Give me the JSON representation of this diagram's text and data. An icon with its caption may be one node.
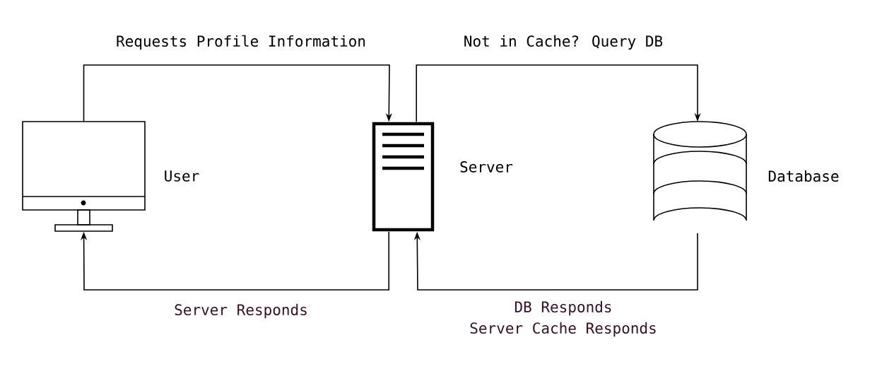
{
  "diagram": {
    "nodes": [
      {
        "text": [],
        "shape": "computer",
        "beside": [
          "User"
        ]
      },
      {
        "text": [],
        "shape": "server",
        "beside": [
          "Server"
        ]
      },
      {
        "text": [],
        "shape": "cylinder",
        "beside": [
          "Database"
        ]
      }
    ],
    "edges": [
      {
        "from": 0,
        "to": 1,
        "arrow": "to",
        "label": "Requests Profile Information"
      },
      {
        "from": 1,
        "to": 2,
        "arrow": "to",
        "label": "Not in Cache? Query DB"
      },
      {
        "from": 2,
        "to": 1,
        "arrow": "to",
        "label": "DB Responds"
      },
      {
        "from": 1,
        "to": 0,
        "arrow": "to",
        "label": "Server Responds"
      }
    ],
    "labels": [
      "Server Cache Responds"
    ]
  }
}
